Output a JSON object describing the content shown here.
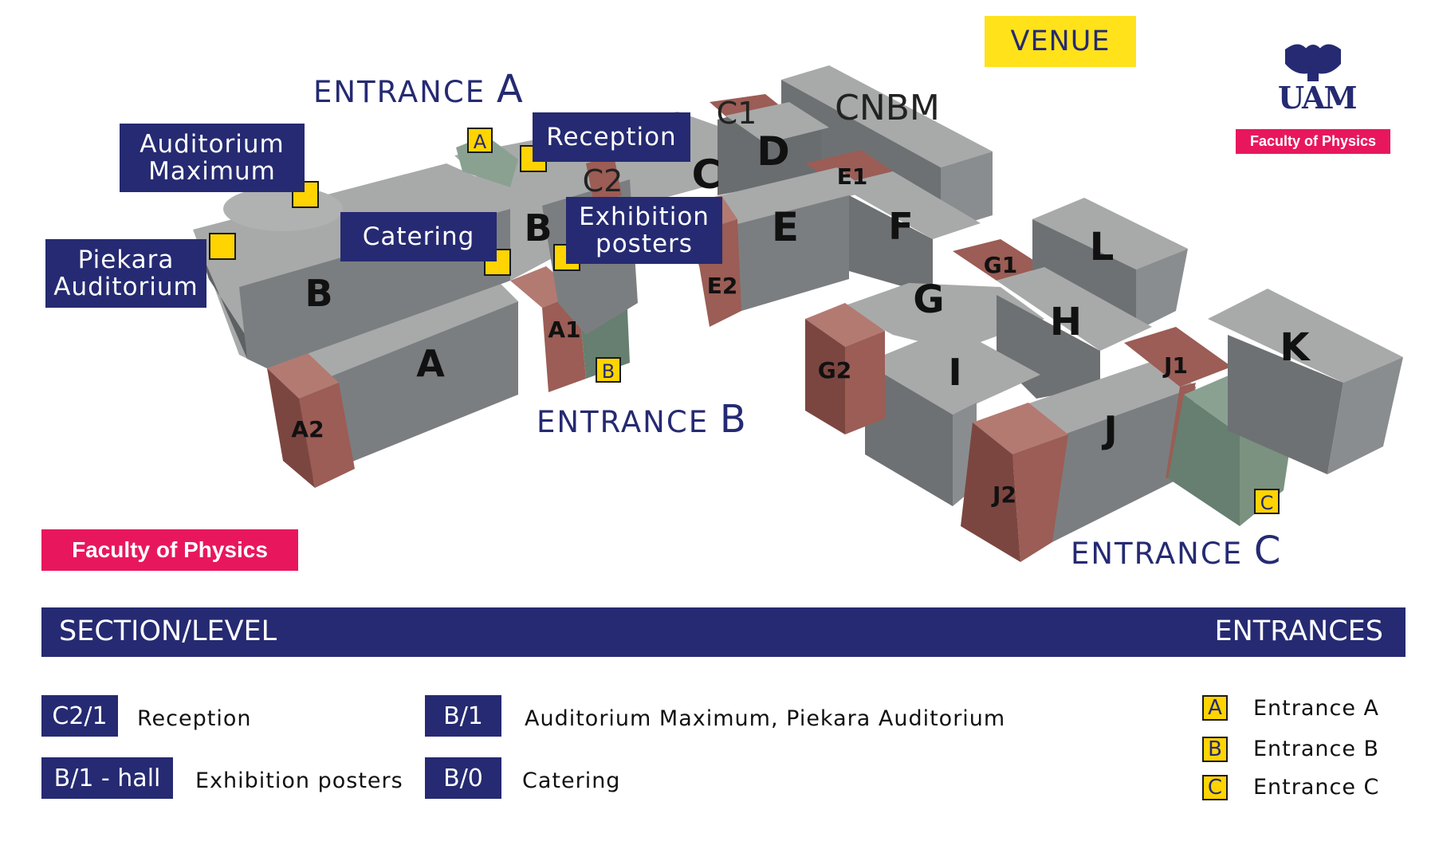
{
  "venue_label": "VENUE",
  "logo": {
    "wordmark": "UAM",
    "subtitle": "Faculty of Physics"
  },
  "faculty_tag": "Faculty of Physics",
  "entrances": {
    "a": {
      "word": "ENTRANCE",
      "letter": "A"
    },
    "b": {
      "word": "ENTRANCE",
      "letter": "B"
    },
    "c": {
      "word": "ENTRANCE",
      "letter": "C"
    }
  },
  "callouts": {
    "auditorium_maximum": [
      "Auditorium",
      "Maximum"
    ],
    "piekara_auditorium": [
      "Piekara",
      "Auditorium"
    ],
    "catering": "Catering",
    "reception": "Reception",
    "exhibition_posters": [
      "Exhibition",
      "posters"
    ]
  },
  "map_labels": {
    "A": "A",
    "A1": "A1",
    "A2": "A2",
    "B_main": "B",
    "B_center": "B",
    "C": "C",
    "C1": "C1",
    "C2": "C2",
    "CNBM": "CNBM",
    "D": "D",
    "E": "E",
    "E1": "E1",
    "E2": "E2",
    "F": "F",
    "G": "G",
    "G1": "G1",
    "G2": "G2",
    "H": "H",
    "I": "I",
    "J": "J",
    "J1": "J1",
    "J2": "J2",
    "K": "K",
    "L": "L"
  },
  "entrance_markers": {
    "a": "A",
    "b": "B",
    "c": "C"
  },
  "legend": {
    "section_header": "SECTION/LEVEL",
    "entrances_header": "ENTRANCES",
    "rows": [
      {
        "code": "C2/1",
        "desc": "Reception"
      },
      {
        "code": "B/1 - hall",
        "desc": "Exhibition posters"
      },
      {
        "code": "B/1",
        "desc": "Auditorium Maximum, Piekara Auditorium"
      },
      {
        "code": "B/0",
        "desc": "Catering"
      }
    ],
    "entrance_keys": [
      {
        "key": "A",
        "label": "Entrance A"
      },
      {
        "key": "B",
        "label": "Entrance B"
      },
      {
        "key": "C",
        "label": "Entrance C"
      }
    ]
  },
  "colors": {
    "navy": "#252a72",
    "pink": "#e8175d",
    "yellow": "#ffd400",
    "roof": "#a8aaa9",
    "wall_dark": "#5e6163",
    "wall_mid": "#7f8284",
    "connector": "#9b5d55",
    "green_block": "#667f70"
  }
}
